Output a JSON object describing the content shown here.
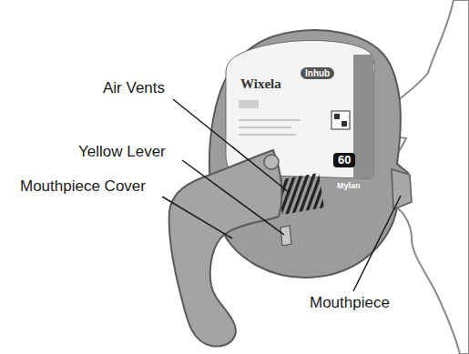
{
  "diagram": {
    "labels": [
      "Air Vents",
      "Yellow Lever",
      "Mouthpiece Cover",
      "Mouthpiece",
      "Wixela",
      "Inhub",
      "60",
      "Mylan"
    ]
  }
}
